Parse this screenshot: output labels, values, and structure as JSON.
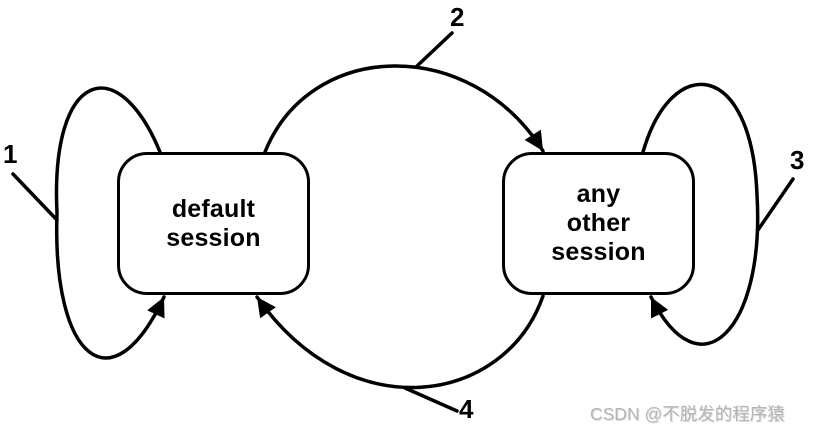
{
  "colors": {
    "line": "#000000",
    "background": "#ffffff",
    "text": "#000000",
    "watermark": "#b5b5b5"
  },
  "states": {
    "default_session": {
      "label": "default\nsession"
    },
    "any_other_session": {
      "label": "any\nother\nsession"
    }
  },
  "transitions": {
    "loop_default": {
      "label": "1"
    },
    "default_to_other": {
      "label": "2"
    },
    "loop_other": {
      "label": "3"
    },
    "other_to_default": {
      "label": "4"
    }
  },
  "watermark": {
    "text": "CSDN @不脱发的程序猿"
  }
}
